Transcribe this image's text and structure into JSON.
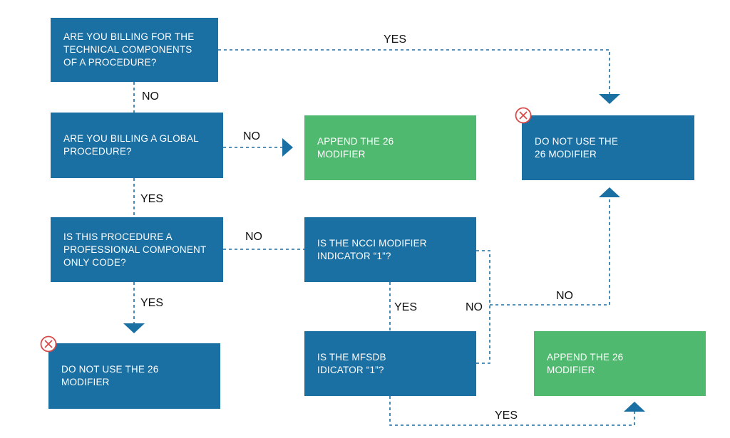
{
  "colors": {
    "box_blue": "#1a6fa3",
    "box_green": "#4fba6f",
    "connector": "#1a6fa3",
    "stop_icon": "#d94a4a"
  },
  "boxes": {
    "q_technical": "ARE YOU BILLING FOR THE\nTECHNICAL COMPONENTS\nOF A PROCEDURE?",
    "q_global": "ARE YOU BILLING A GLOBAL\nPROCEDURE?",
    "q_professional": "IS THIS PROCEDURE A\nPROFESSIONAL COMPONENT\nONLY CODE?",
    "q_ncci": "IS THE NCCI MODIFIER\nINDICATOR “1”?",
    "q_mfsdb": "IS THE MFSDB\nIDICATOR “1”?",
    "append_top": "APPEND THE 26\nMODIFIER",
    "append_bottom": "APPEND THE 26\nMODIFIER",
    "donot_top": "DO NOT USE THE\n26 MODIFIER",
    "donot_bottom": "DO NOT USE THE 26\nMODIFIER"
  },
  "labels": {
    "yes_technical": "YES",
    "no_technical": "NO",
    "no_global": "NO",
    "yes_global": "YES",
    "no_professional": "NO",
    "yes_professional": "YES",
    "yes_ncci": "YES",
    "no_ncci": "NO",
    "no_mfsdb": "NO",
    "yes_mfsdb": "YES"
  },
  "icons": {
    "stop_top": "x-circle-icon",
    "stop_bottom": "x-circle-icon"
  }
}
